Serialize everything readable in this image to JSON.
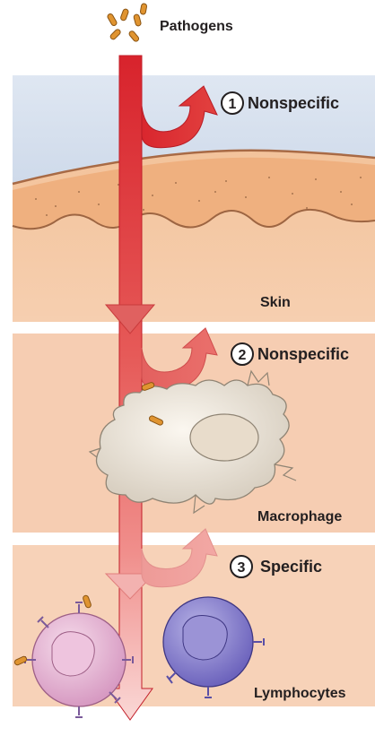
{
  "title": "Pathogens",
  "steps": [
    {
      "number": "1",
      "label": "Nonspecific"
    },
    {
      "number": "2",
      "label": "Nonspecific"
    },
    {
      "number": "3",
      "label": "Specific"
    }
  ],
  "labels": {
    "skin": "Skin",
    "macrophage": "Macrophage",
    "lymphocytes": "Lymphocytes"
  },
  "colors": {
    "sky": "#c9d6e8",
    "skin": "#f5c9a8",
    "tissue": "#f7d3b8",
    "arrow_top": "#d7282f",
    "arrow_bottom": "#f6c7c4",
    "pathogen": "#e0962e"
  }
}
